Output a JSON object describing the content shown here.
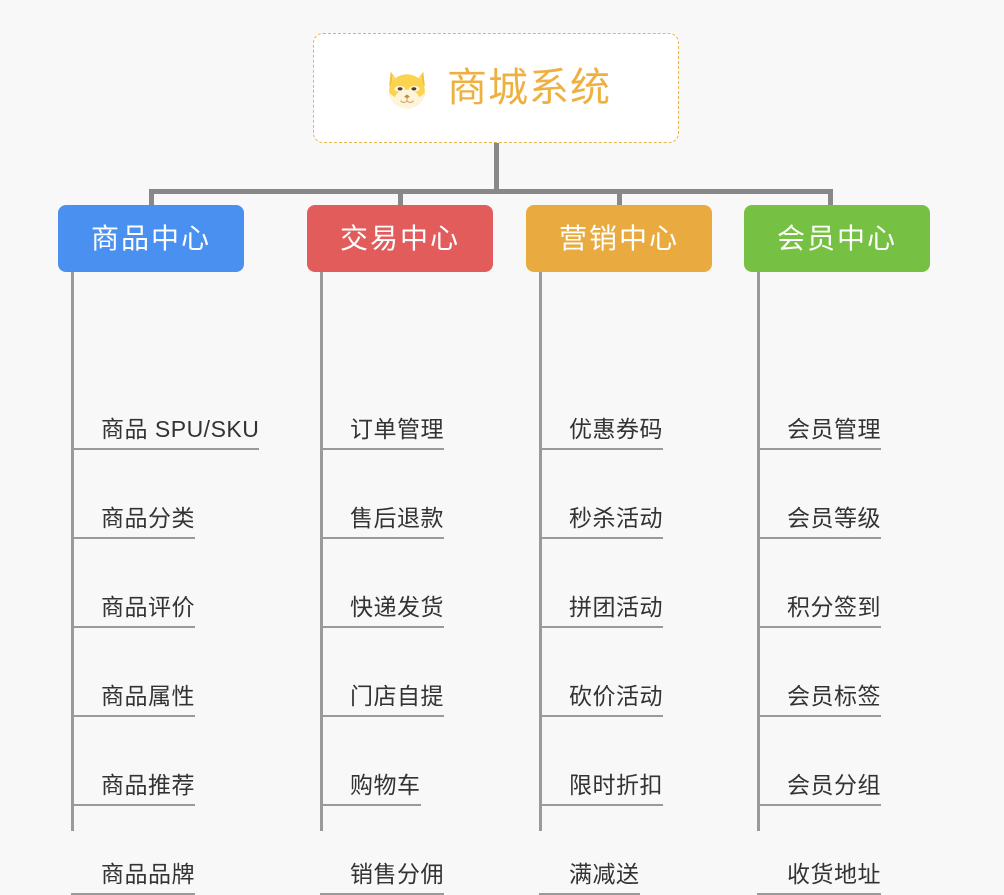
{
  "page": {
    "background_color": "#f8f8f8",
    "type": "mind-map"
  },
  "root": {
    "title": "商城系统",
    "icon": "shiba-dog-face-icon",
    "text_color": "#eeb141",
    "border_color": "#e8b44a",
    "background_color": "#ffffff"
  },
  "connector_color": "#888888",
  "columns": [
    {
      "label": "商品中心",
      "color": "#4a90f0",
      "items": [
        "商品 SPU/SKU",
        "商品分类",
        "商品评价",
        "商品属性",
        "商品推荐",
        "商品品牌"
      ]
    },
    {
      "label": "交易中心",
      "color": "#e25c5c",
      "items": [
        "订单管理",
        "售后退款",
        "快递发货",
        "门店自提",
        "购物车",
        "销售分佣"
      ]
    },
    {
      "label": "营销中心",
      "color": "#e9ab40",
      "items": [
        "优惠券码",
        "秒杀活动",
        "拼团活动",
        "砍价活动",
        "限时折扣",
        "满减送"
      ]
    },
    {
      "label": "会员中心",
      "color": "#77c councils"
    }
  ]
}
